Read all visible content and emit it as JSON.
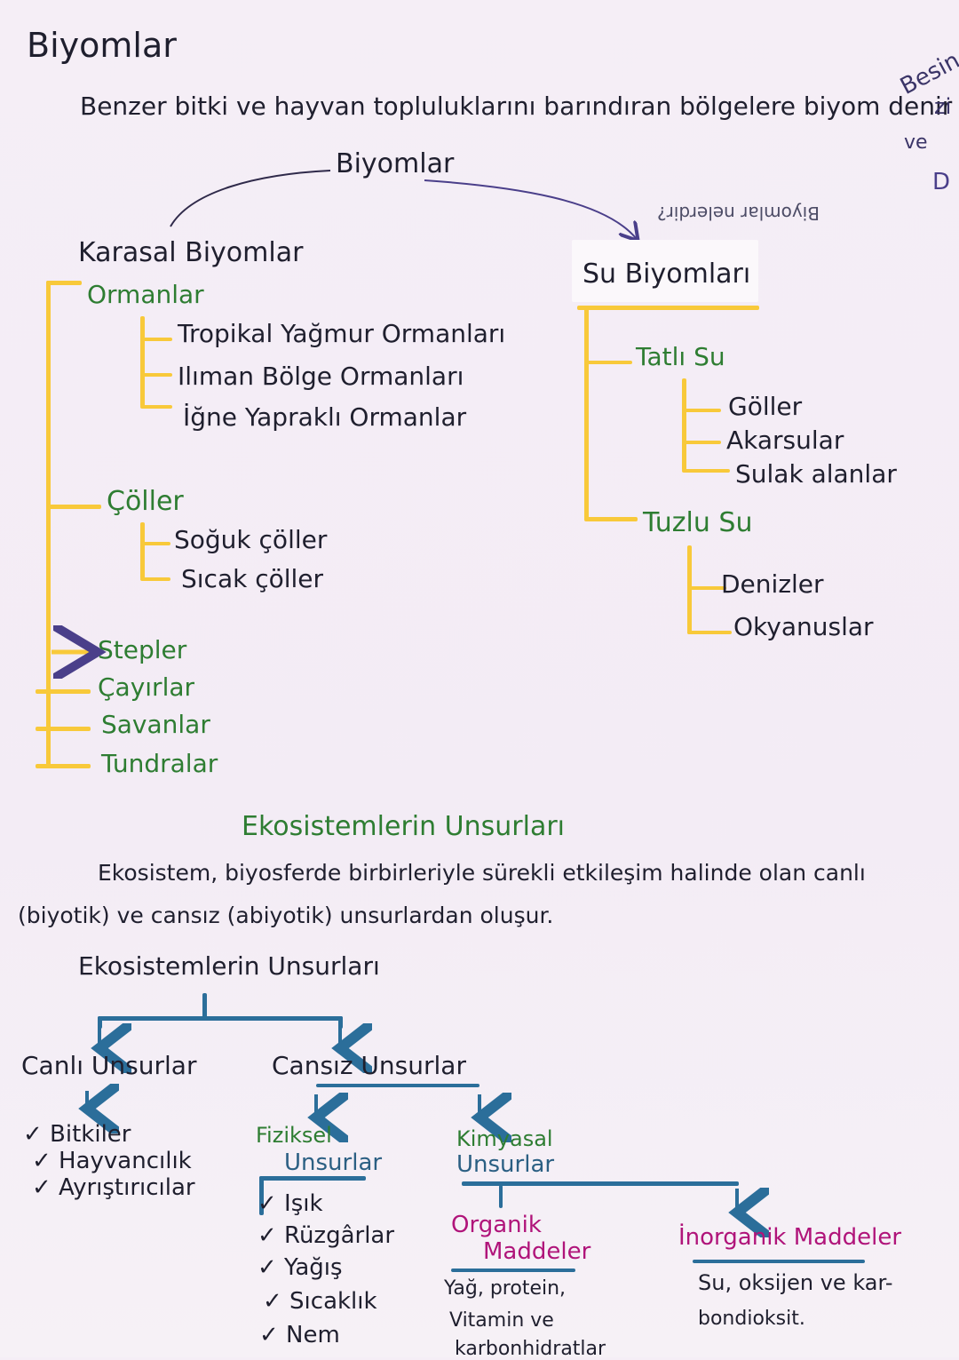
{
  "biyomlar": {
    "heading": "Biyomlar",
    "definition": "Benzer bitki ve hayvan topluluklarını barındıran bölgelere biyom denir",
    "root": "Biyomlar",
    "note": "Biyomlar nelerdir?",
    "margin_note": [
      "Besin",
      "zi",
      "ve",
      "D"
    ],
    "karasal": {
      "title": "Karasal Biyomlar",
      "ormanlar": {
        "label": "Ormanlar",
        "items": [
          "Tropikal Yağmur Ormanları",
          "Ilıman Bölge Ormanları",
          "İğne Yapraklı Ormanlar"
        ]
      },
      "coller": {
        "label": "Çöller",
        "items": [
          "Soğuk çöller",
          "Sıcak çöller"
        ]
      },
      "others": [
        "Stepler",
        "Çayırlar",
        "Savanlar",
        "Tundralar"
      ]
    },
    "su": {
      "title": "Su Biyomları",
      "tatli": {
        "label": "Tatlı Su",
        "items": [
          "Göller",
          "Akarsular",
          "Sulak alanlar"
        ]
      },
      "tuzlu": {
        "label": "Tuzlu Su",
        "items": [
          "Denizler",
          "Okyanuslar"
        ]
      }
    }
  },
  "ekosistem": {
    "heading": "Ekosistemlerin Unsurları",
    "definition_1": "Ekosistem, biyosferde birbirleriyle sürekli etkileşim halinde olan canlı",
    "definition_2": "(biyotik) ve cansız (abiyotik) unsurlardan oluşur.",
    "tree_root": "Ekosistemlerin Unsurları",
    "canli": {
      "label": "Canlı Unsurlar",
      "items": [
        "✓ Bitkiler",
        "✓ Hayvancılık",
        "✓ Ayrıştırıcılar"
      ]
    },
    "cansiz": {
      "label": "Cansız Unsurlar",
      "fiziksel": {
        "label_1": "Fiziksel",
        "label_2": "Unsurlar",
        "items": [
          "✓ Işık",
          "✓ Rüzgârlar",
          "✓ Yağış",
          "✓ Sıcaklık",
          "✓ Nem"
        ]
      },
      "kimyasal": {
        "label_1": "Kimyasal",
        "label_2": "Unsurlar",
        "organik": {
          "label_1": "Organik",
          "label_2": "Maddeler",
          "text_1": "Yağ, protein,",
          "text_2": "Vitamin ve",
          "text_3": "karbonhidratlar"
        },
        "inorganik": {
          "label": "İnorganik Maddeler",
          "text_1": "Su, oksijen ve kar-",
          "text_2": "bondioksit."
        }
      }
    }
  }
}
